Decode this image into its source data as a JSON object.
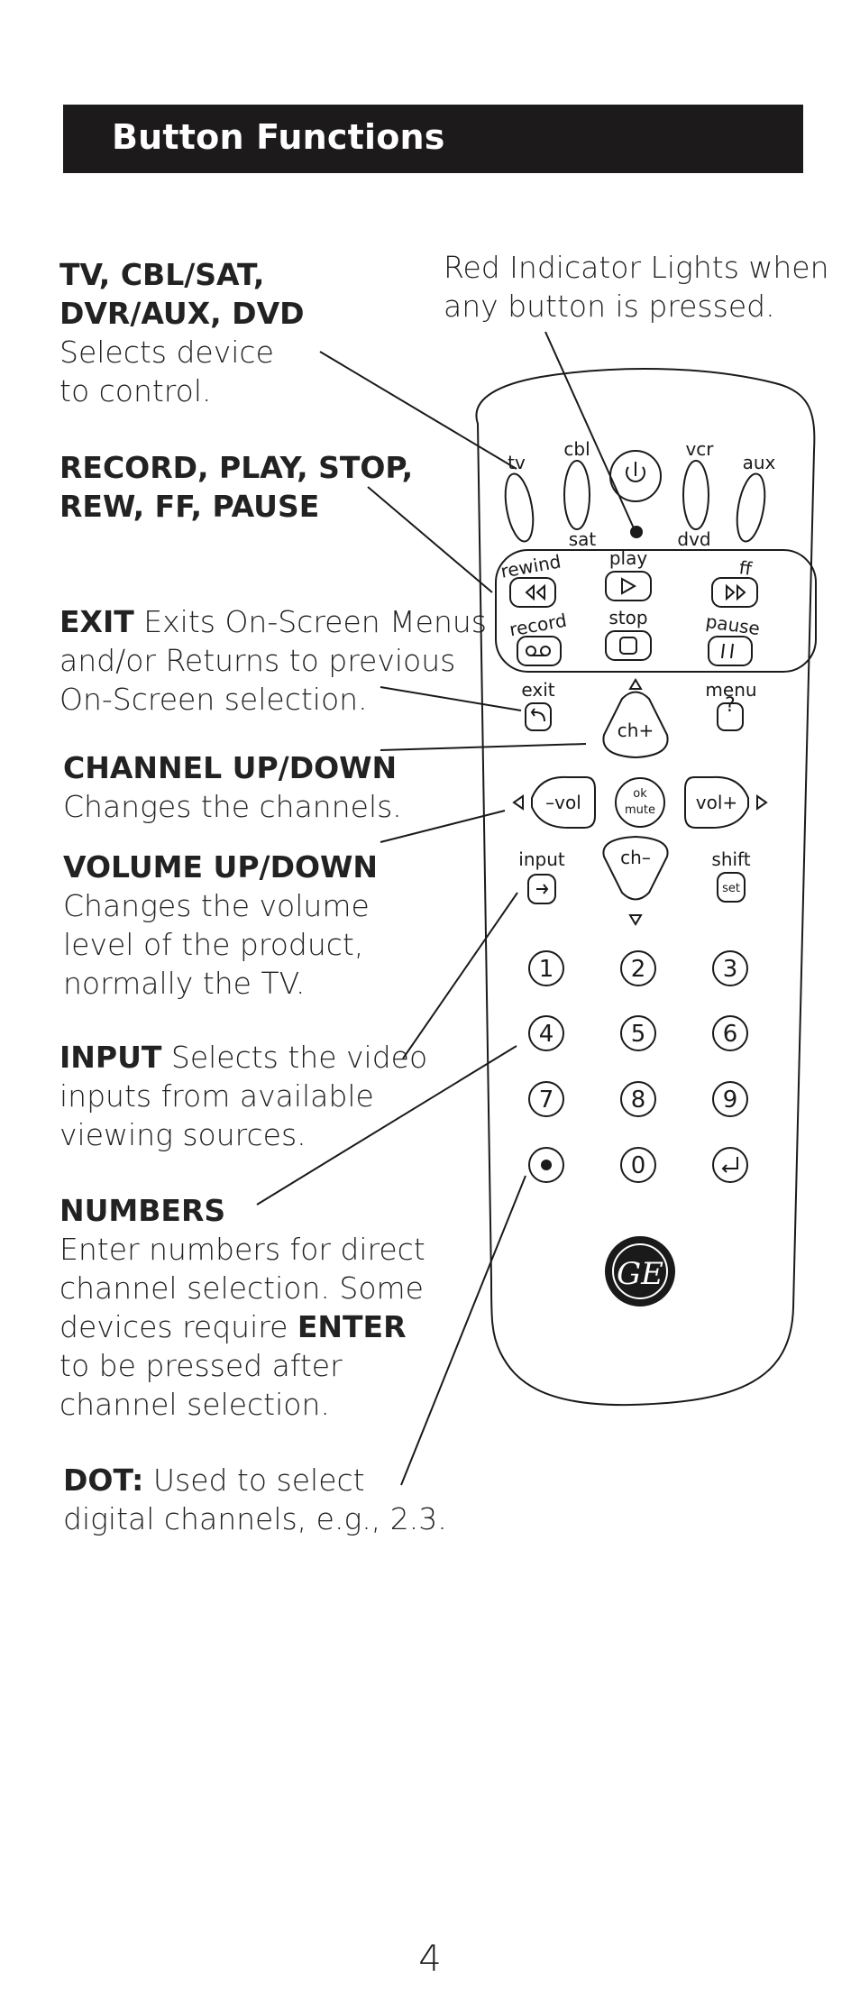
{
  "header": {
    "title": "Button Functions"
  },
  "callouts": {
    "device": {
      "label": "TV, CBL/SAT,",
      "label2": "DVR/AUX, DVD",
      "text1": "Selects device",
      "text2": "to control."
    },
    "indicator": {
      "text1": "Red Indicator Lights when",
      "text2": "any button is pressed."
    },
    "transport": {
      "label1": "RECORD, PLAY, STOP,",
      "label2": "REW, FF, PAUSE"
    },
    "exit": {
      "label": "EXIT",
      "text1": " Exits On-Screen Menus",
      "text2": "and/or Returns to previous",
      "text3": "On-Screen selection."
    },
    "channel": {
      "label": "CHANNEL UP/DOWN",
      "text1": "Changes the channels."
    },
    "volume": {
      "label": "VOLUME UP/DOWN",
      "text1": "Changes the volume",
      "text2": "level of the product,",
      "text3": "normally the TV."
    },
    "input": {
      "label": "INPUT",
      "text1": " Selects the video",
      "text2": "inputs from available",
      "text3": "viewing sources."
    },
    "numbers": {
      "label": "NUMBERS",
      "text1": "Enter numbers for direct",
      "text2": "channel selection. Some",
      "text3a": "devices require ",
      "text3b": "ENTER",
      "text4": "to be pressed after",
      "text5": "channel selection."
    },
    "dot": {
      "label": "DOT:",
      "text1": " Used to select",
      "text2": "digital channels, e.g., 2.3."
    }
  },
  "remote": {
    "device_top": [
      "tv",
      "cbl",
      "vcr",
      "aux"
    ],
    "device_bottom": [
      "sat",
      "dvd"
    ],
    "transport": {
      "rewind": "rewind",
      "play": "play",
      "ff": "ff",
      "record": "record",
      "stop": "stop",
      "pause": "pause"
    },
    "exit": "exit",
    "menu": "menu",
    "ch_up": "ch+",
    "ch_down": "ch–",
    "vol_down": "–vol",
    "vol_up": "vol+",
    "ok": "ok",
    "mute": "mute",
    "input": "input",
    "shift": "shift",
    "set": "set",
    "digits": [
      "1",
      "2",
      "3",
      "4",
      "5",
      "6",
      "7",
      "8",
      "9",
      "0"
    ],
    "logo_text": "GE",
    "indicator_color": "#1a1a1a"
  },
  "page_number": "4"
}
